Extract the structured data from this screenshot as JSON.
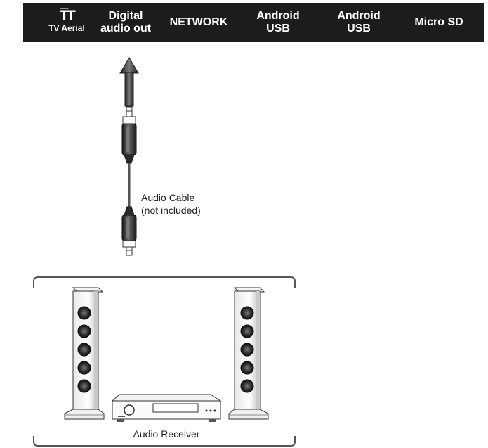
{
  "ports": [
    {
      "id": "tv-aerial",
      "icon": "antenna-icon",
      "line1": "",
      "line2": "TV Aerial"
    },
    {
      "id": "digital-audio-out",
      "line1": "Digital",
      "line2": "audio out"
    },
    {
      "id": "network",
      "line1": "NETWORK",
      "line2": ""
    },
    {
      "id": "android-usb-1",
      "line1": "Android",
      "line2": "USB"
    },
    {
      "id": "android-usb-2",
      "line1": "Android",
      "line2": "USB"
    },
    {
      "id": "micro-sd",
      "line1": "Micro SD",
      "line2": ""
    }
  ],
  "cable": {
    "label_line1": "Audio Cable",
    "label_line2": "(not included)"
  },
  "receiver": {
    "label": "Audio Receiver"
  },
  "colors": {
    "bar": "#1c1c1c",
    "bar_text": "#ffffff",
    "line": "#333333"
  }
}
